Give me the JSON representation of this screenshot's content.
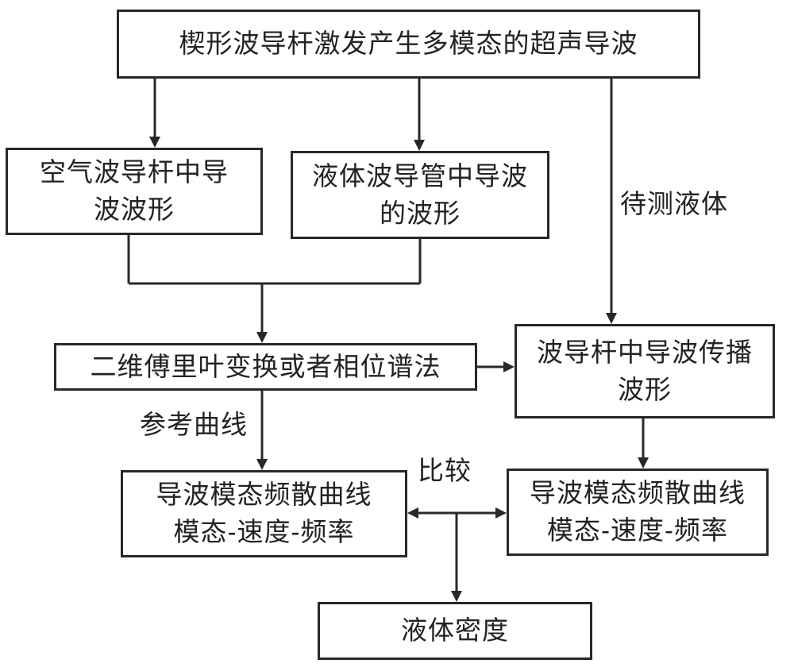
{
  "nodes": {
    "excitation": {
      "text": "楔形波导杆激发产生多模态的超声导波"
    },
    "air": {
      "line1": "空气波导杆中导",
      "line2": "波波形"
    },
    "liquid": {
      "line1": "液体波导管中导波",
      "line2": "的波形"
    },
    "fourier": {
      "text": "二维傅里叶变换或者相位谱法"
    },
    "propagation": {
      "line1": "波导杆中导波传播",
      "line2": "波形"
    },
    "ref_dispersion": {
      "line1": "导波模态频散曲线",
      "line2": "模态-速度-频率"
    },
    "meas_dispersion": {
      "line1": "导波模态频散曲线",
      "line2": "模态-速度-频率"
    },
    "density": {
      "text": "液体密度"
    }
  },
  "labels": {
    "test_liquid": "待测液体",
    "reference_curve": "参考曲线",
    "compare": "比较"
  },
  "colors": {
    "line": "#282828",
    "text": "#222222",
    "background": "#ffffff"
  }
}
